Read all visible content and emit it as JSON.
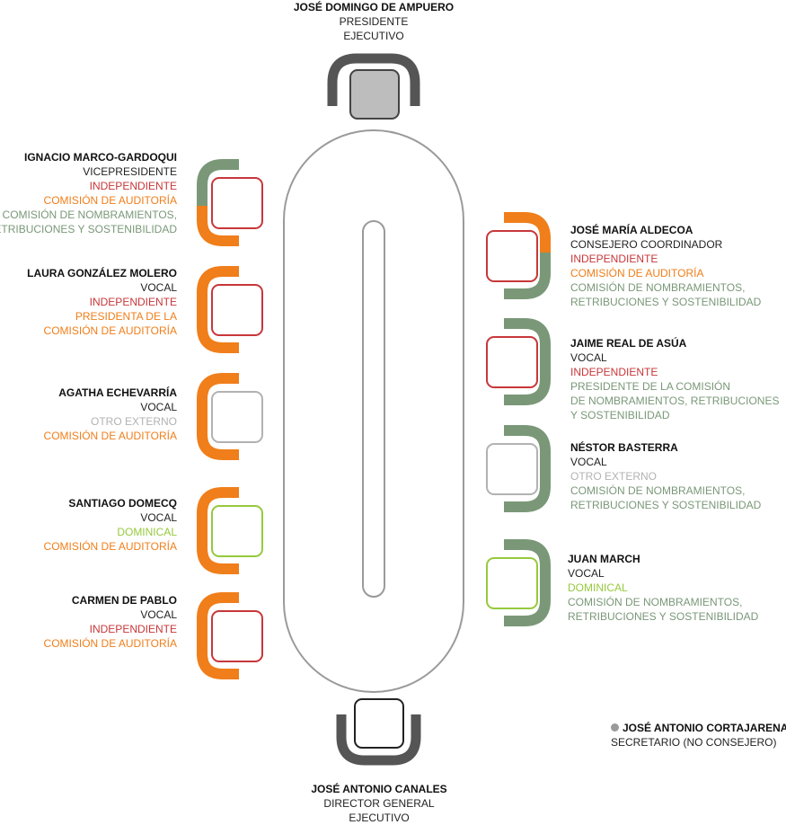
{
  "colors": {
    "independiente": "#c8373a",
    "auditoria": "#f07e1a",
    "nombramientos": "#7a9878",
    "otro_externo": "#b2b2b2",
    "dominical": "#96c93d",
    "ejecutivo_arm": "#555555",
    "table_outline": "#9a9a9a"
  },
  "president": {
    "name": "JOSÉ DOMINGO DE AMPUERO",
    "role_line1": "PRESIDENTE",
    "role_line2": "EJECUTIVO"
  },
  "director": {
    "name": "JOSÉ ANTONIO CANALES",
    "role_line1": "DIRECTOR GENERAL",
    "role_line2": "EJECUTIVO"
  },
  "secretary": {
    "name": "JOSÉ ANTONIO CORTAJARENA",
    "role": "SECRETARIO (NO CONSEJERO)"
  },
  "left_members": [
    {
      "name": "IGNACIO MARCO-GARDOQUI",
      "lines": [
        {
          "text": "VICEPRESIDENTE",
          "type": "role"
        },
        {
          "text": "INDEPENDIENTE",
          "type": "independiente"
        },
        {
          "text": "COMISIÓN DE AUDITORÍA",
          "type": "auditoria"
        },
        {
          "text": "COMISIÓN DE NOMBRAMIENTOS,",
          "type": "nombramientos"
        },
        {
          "text": "RETRIBUCIONES Y SOSTENIBILIDAD",
          "type": "nombramientos"
        }
      ]
    },
    {
      "name": "LAURA GONZÁLEZ MOLERO",
      "lines": [
        {
          "text": "VOCAL",
          "type": "role"
        },
        {
          "text": "INDEPENDIENTE",
          "type": "independiente"
        },
        {
          "text": "PRESIDENTA DE LA",
          "type": "auditoria"
        },
        {
          "text": "COMISIÓN DE AUDITORÍA",
          "type": "auditoria"
        }
      ]
    },
    {
      "name": "AGATHA ECHEVARRÍA",
      "lines": [
        {
          "text": "VOCAL",
          "type": "role"
        },
        {
          "text": "OTRO EXTERNO",
          "type": "otro_externo"
        },
        {
          "text": "COMISIÓN DE AUDITORÍA",
          "type": "auditoria"
        }
      ]
    },
    {
      "name": "SANTIAGO DOMECQ",
      "lines": [
        {
          "text": "VOCAL",
          "type": "role"
        },
        {
          "text": "DOMINICAL",
          "type": "dominical"
        },
        {
          "text": "COMISIÓN DE AUDITORÍA",
          "type": "auditoria"
        }
      ]
    },
    {
      "name": "CARMEN DE PABLO",
      "lines": [
        {
          "text": "VOCAL",
          "type": "role"
        },
        {
          "text": "INDEPENDIENTE",
          "type": "independiente"
        },
        {
          "text": "COMISIÓN DE AUDITORÍA",
          "type": "auditoria"
        }
      ]
    }
  ],
  "right_members": [
    {
      "name": "JOSÉ MARÍA ALDECOA",
      "lines": [
        {
          "text": "CONSEJERO COORDINADOR",
          "type": "role"
        },
        {
          "text": "INDEPENDIENTE",
          "type": "independiente"
        },
        {
          "text": "COMISIÓN DE AUDITORÍA",
          "type": "auditoria"
        },
        {
          "text": "COMISIÓN DE NOMBRAMIENTOS,",
          "type": "nombramientos"
        },
        {
          "text": "RETRIBUCIONES Y SOSTENIBILIDAD",
          "type": "nombramientos"
        }
      ]
    },
    {
      "name": "JAIME REAL DE ASÚA",
      "lines": [
        {
          "text": "VOCAL",
          "type": "role"
        },
        {
          "text": "INDEPENDIENTE",
          "type": "independiente"
        },
        {
          "text": "PRESIDENTE DE LA COMISIÓN",
          "type": "nombramientos"
        },
        {
          "text": "DE NOMBRAMIENTOS, RETRIBUCIONES",
          "type": "nombramientos"
        },
        {
          "text": "Y SOSTENIBILIDAD",
          "type": "nombramientos"
        }
      ]
    },
    {
      "name": "NÉSTOR BASTERRA",
      "lines": [
        {
          "text": "VOCAL",
          "type": "role"
        },
        {
          "text": "OTRO EXTERNO",
          "type": "otro_externo"
        },
        {
          "text": "COMISIÓN DE NOMBRAMIENTOS,",
          "type": "nombramientos"
        },
        {
          "text": "RETRIBUCIONES Y SOSTENIBILIDAD",
          "type": "nombramientos"
        }
      ]
    },
    {
      "name": "JUAN MARCH",
      "lines": [
        {
          "text": "VOCAL",
          "type": "role"
        },
        {
          "text": "DOMINICAL",
          "type": "dominical"
        },
        {
          "text": "COMISIÓN DE NOMBRAMIENTOS,",
          "type": "nombramientos"
        },
        {
          "text": "RETRIBUCIONES Y SOSTENIBILIDAD",
          "type": "nombramientos"
        }
      ]
    }
  ]
}
